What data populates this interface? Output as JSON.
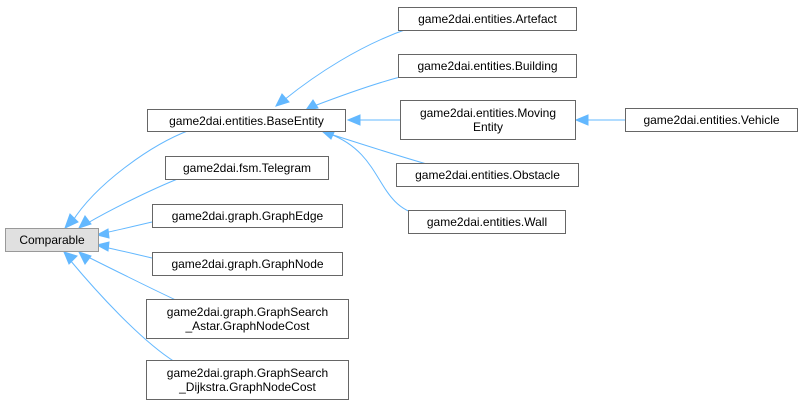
{
  "diagram": {
    "nodes": {
      "comparable": "Comparable",
      "base_entity": "game2dai.entities.BaseEntity",
      "telegram": "game2dai.fsm.Telegram",
      "graph_edge": "game2dai.graph.GraphEdge",
      "graph_node": "game2dai.graph.GraphNode",
      "astar_cost": "game2dai.graph.GraphSearch\n_Astar.GraphNodeCost",
      "dijkstra_cost": "game2dai.graph.GraphSearch\n_Dijkstra.GraphNodeCost",
      "artefact": "game2dai.entities.Artefact",
      "building": "game2dai.entities.Building",
      "moving_entity": "game2dai.entities.Moving\nEntity",
      "obstacle": "game2dai.entities.Obstacle",
      "wall": "game2dai.entities.Wall",
      "vehicle": "game2dai.entities.Vehicle"
    },
    "colors": {
      "edge": "#63b8ff",
      "node_border": "#666666",
      "root_fill": "#e0e0e0"
    }
  }
}
